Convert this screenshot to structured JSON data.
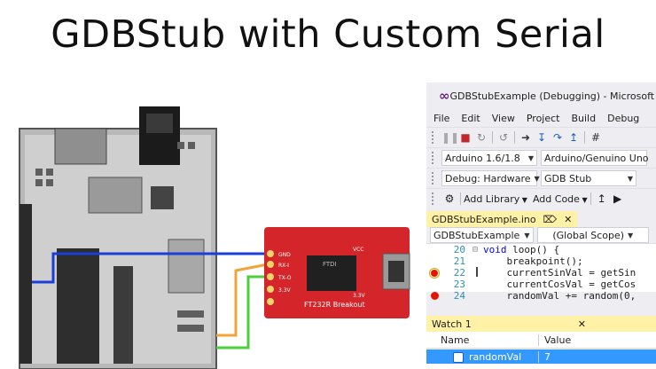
{
  "title": "GDBStub with Custom Serial",
  "hardware": {
    "breakout_label": "FT232R Breakout",
    "pins": [
      "GND",
      "RX-I",
      "TX-O",
      "3.3V"
    ],
    "chip_label": "FTDI",
    "vcc_label": "VCC",
    "volt_label": "3.3V",
    "colors": {
      "board": "#d4252a",
      "wire_blue": "#1a3fd8",
      "wire_orange": "#f0a43a",
      "wire_green": "#4fce3d"
    }
  },
  "vs": {
    "window_title": "GDBStubExample (Debugging) - Microsoft V",
    "menu": [
      "File",
      "Edit",
      "View",
      "Project",
      "Build",
      "Debug"
    ],
    "toolbar_icons": [
      "pause-icon",
      "stop-icon",
      "restart-icon",
      "refresh-icon",
      "show-next-icon",
      "step-into-icon",
      "step-over-icon",
      "step-out-icon",
      "hex-icon"
    ],
    "board_combo": "Arduino 1.6/1.8",
    "device_combo": "Arduino/Genuino Uno",
    "config_combo": "Debug: Hardware",
    "debugger_combo": "GDB Stub",
    "add_library": "Add Library",
    "add_code": "Add Code",
    "doc_tab": "GDBStubExample.ino",
    "nav_left": "GDBStubExample",
    "nav_right": "(Global Scope)",
    "code_lines": [
      {
        "num": "20",
        "pre": "void",
        "text": " loop() {"
      },
      {
        "num": "21",
        "pre": "",
        "text": "    breakpoint();"
      },
      {
        "num": "22",
        "pre": "",
        "text": "    currentSinVal = getSin"
      },
      {
        "num": "23",
        "pre": "",
        "text": "    currentCosVal = getCos"
      },
      {
        "num": "24",
        "pre": "",
        "text": "    randomVal += random(0,"
      }
    ],
    "watch_tab": "Watch 1",
    "watch_col_name": "Name",
    "watch_col_value": "Value",
    "watch_row_name": "randomVal",
    "watch_row_value": "7"
  }
}
